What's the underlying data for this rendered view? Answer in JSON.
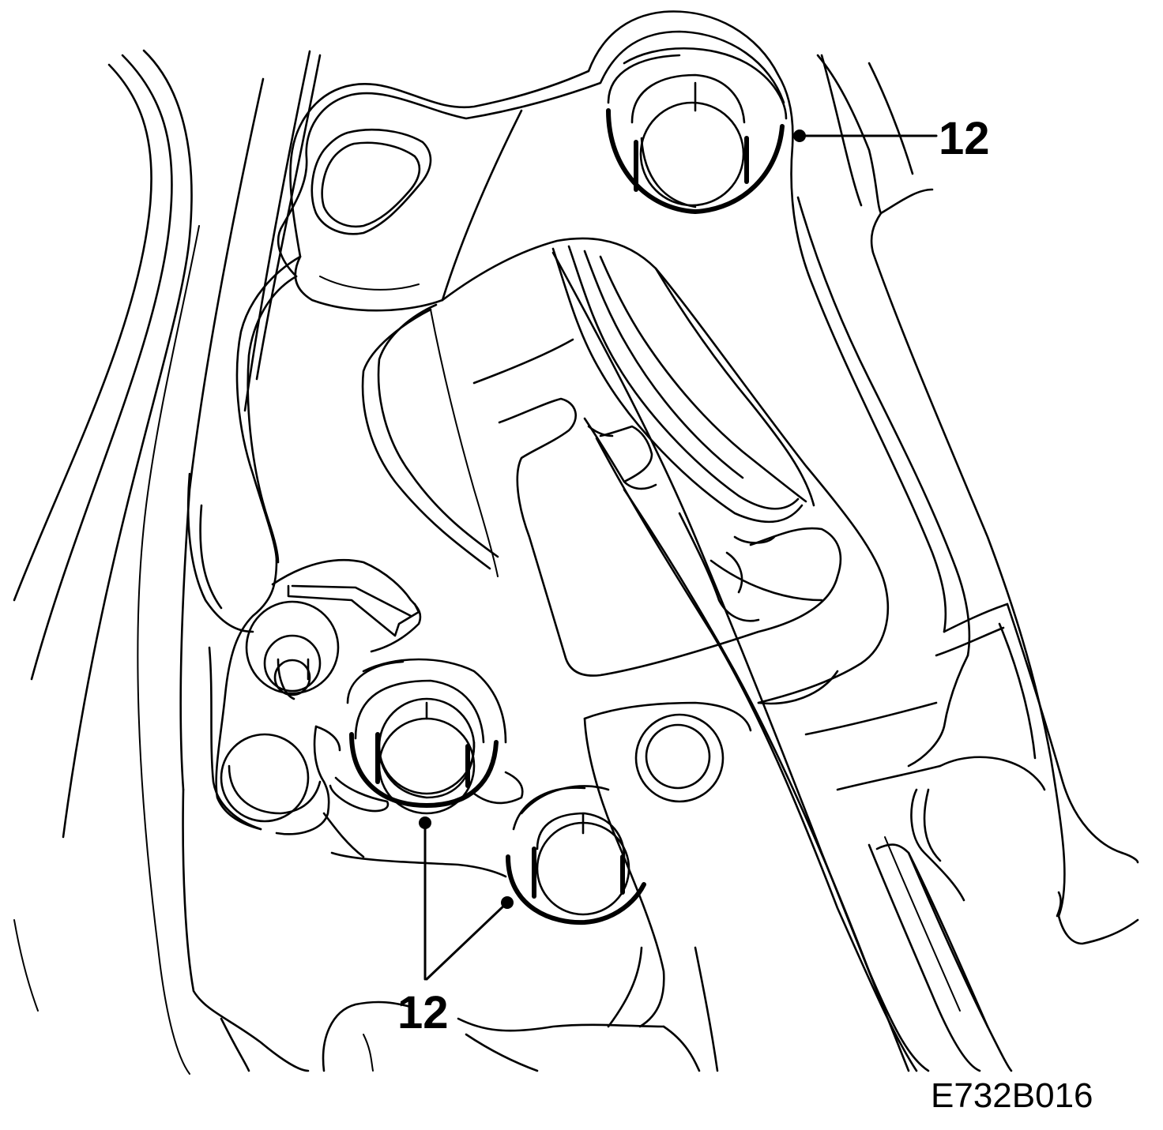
{
  "callouts": {
    "top_right": "12",
    "bottom": "12"
  },
  "figure_code": "E732B016"
}
